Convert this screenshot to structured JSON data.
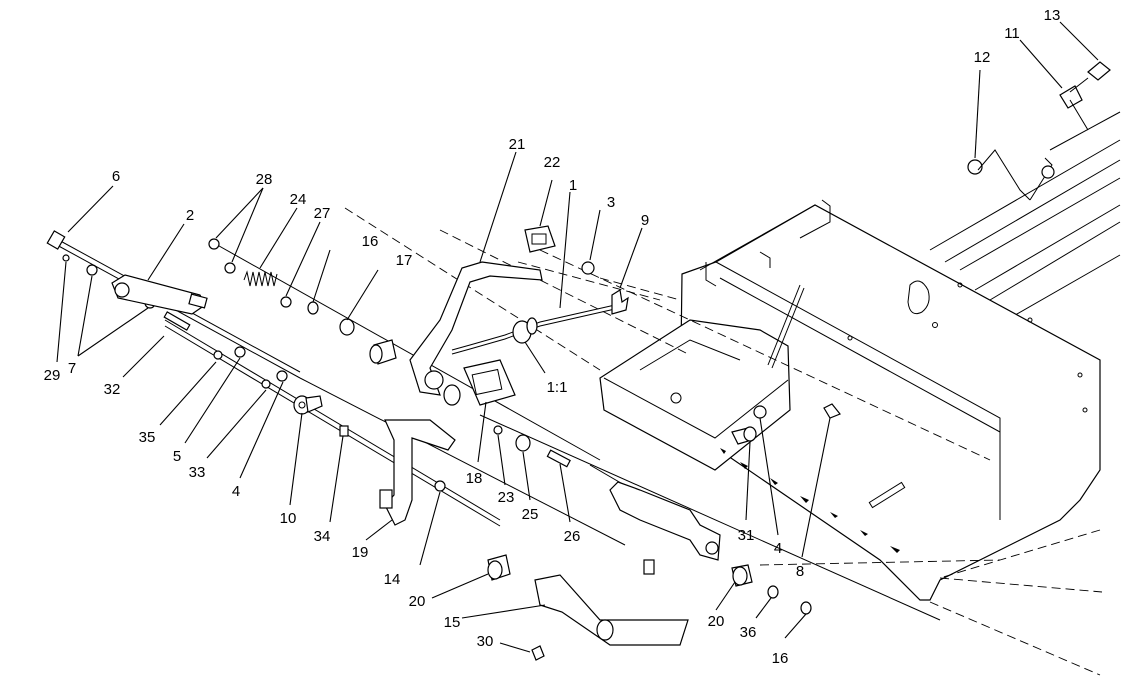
{
  "diagram": {
    "labels": [
      "1",
      "1:1",
      "2",
      "3",
      "4",
      "4",
      "5",
      "6",
      "7",
      "8",
      "9",
      "10",
      "11",
      "12",
      "13",
      "14",
      "15",
      "16",
      "16",
      "17",
      "18",
      "19",
      "20",
      "20",
      "21",
      "22",
      "23",
      "24",
      "25",
      "26",
      "27",
      "28",
      "29",
      "30",
      "31",
      "32",
      "33",
      "34",
      "35",
      "36"
    ]
  }
}
